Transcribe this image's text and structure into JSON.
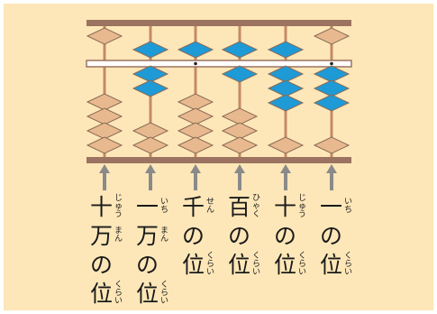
{
  "colors": {
    "background": "#fde7b8",
    "frame": "#9b7360",
    "bead_upper_active": "#1e9ad6",
    "bead_inactive": "#e8b98f",
    "bead_outline": "#8a6a55",
    "rod": "#c48a66",
    "arrow": "#8a8a8a"
  },
  "abacus": {
    "rods": [
      {
        "heaven_bead_down": false,
        "earth_beads_up": 0
      },
      {
        "heaven_bead_down": true,
        "earth_beads_up": 2
      },
      {
        "heaven_bead_down": true,
        "earth_beads_up": 0
      },
      {
        "heaven_bead_down": true,
        "earth_beads_up": 1
      },
      {
        "heaven_bead_down": true,
        "earth_beads_up": 3
      },
      {
        "heaven_bead_down": false,
        "earth_beads_up": 3
      }
    ],
    "unit_dot_rods": [
      2,
      5
    ]
  },
  "place_labels": [
    {
      "rows": [
        {
          "kanji": "十",
          "ruby": "じゅう"
        },
        {
          "kanji": "万",
          "ruby": "まん"
        },
        {
          "kanji": "の",
          "ruby": ""
        },
        {
          "kanji": "位",
          "ruby": "くらい"
        }
      ]
    },
    {
      "rows": [
        {
          "kanji": "一",
          "ruby": "いち"
        },
        {
          "kanji": "万",
          "ruby": "まん"
        },
        {
          "kanji": "の",
          "ruby": ""
        },
        {
          "kanji": "位",
          "ruby": "くらい"
        }
      ]
    },
    {
      "rows": [
        {
          "kanji": "千",
          "ruby": "せん"
        },
        {
          "kanji": "の",
          "ruby": ""
        },
        {
          "kanji": "位",
          "ruby": "くらい"
        }
      ]
    },
    {
      "rows": [
        {
          "kanji": "百",
          "ruby": "ひゃく"
        },
        {
          "kanji": "の",
          "ruby": ""
        },
        {
          "kanji": "位",
          "ruby": "くらい"
        }
      ]
    },
    {
      "rows": [
        {
          "kanji": "十",
          "ruby": "じゅう"
        },
        {
          "kanji": "の",
          "ruby": ""
        },
        {
          "kanji": "位",
          "ruby": "くらい"
        }
      ]
    },
    {
      "rows": [
        {
          "kanji": "一",
          "ruby": "いち"
        },
        {
          "kanji": "の",
          "ruby": ""
        },
        {
          "kanji": "位",
          "ruby": "くらい"
        }
      ]
    }
  ]
}
